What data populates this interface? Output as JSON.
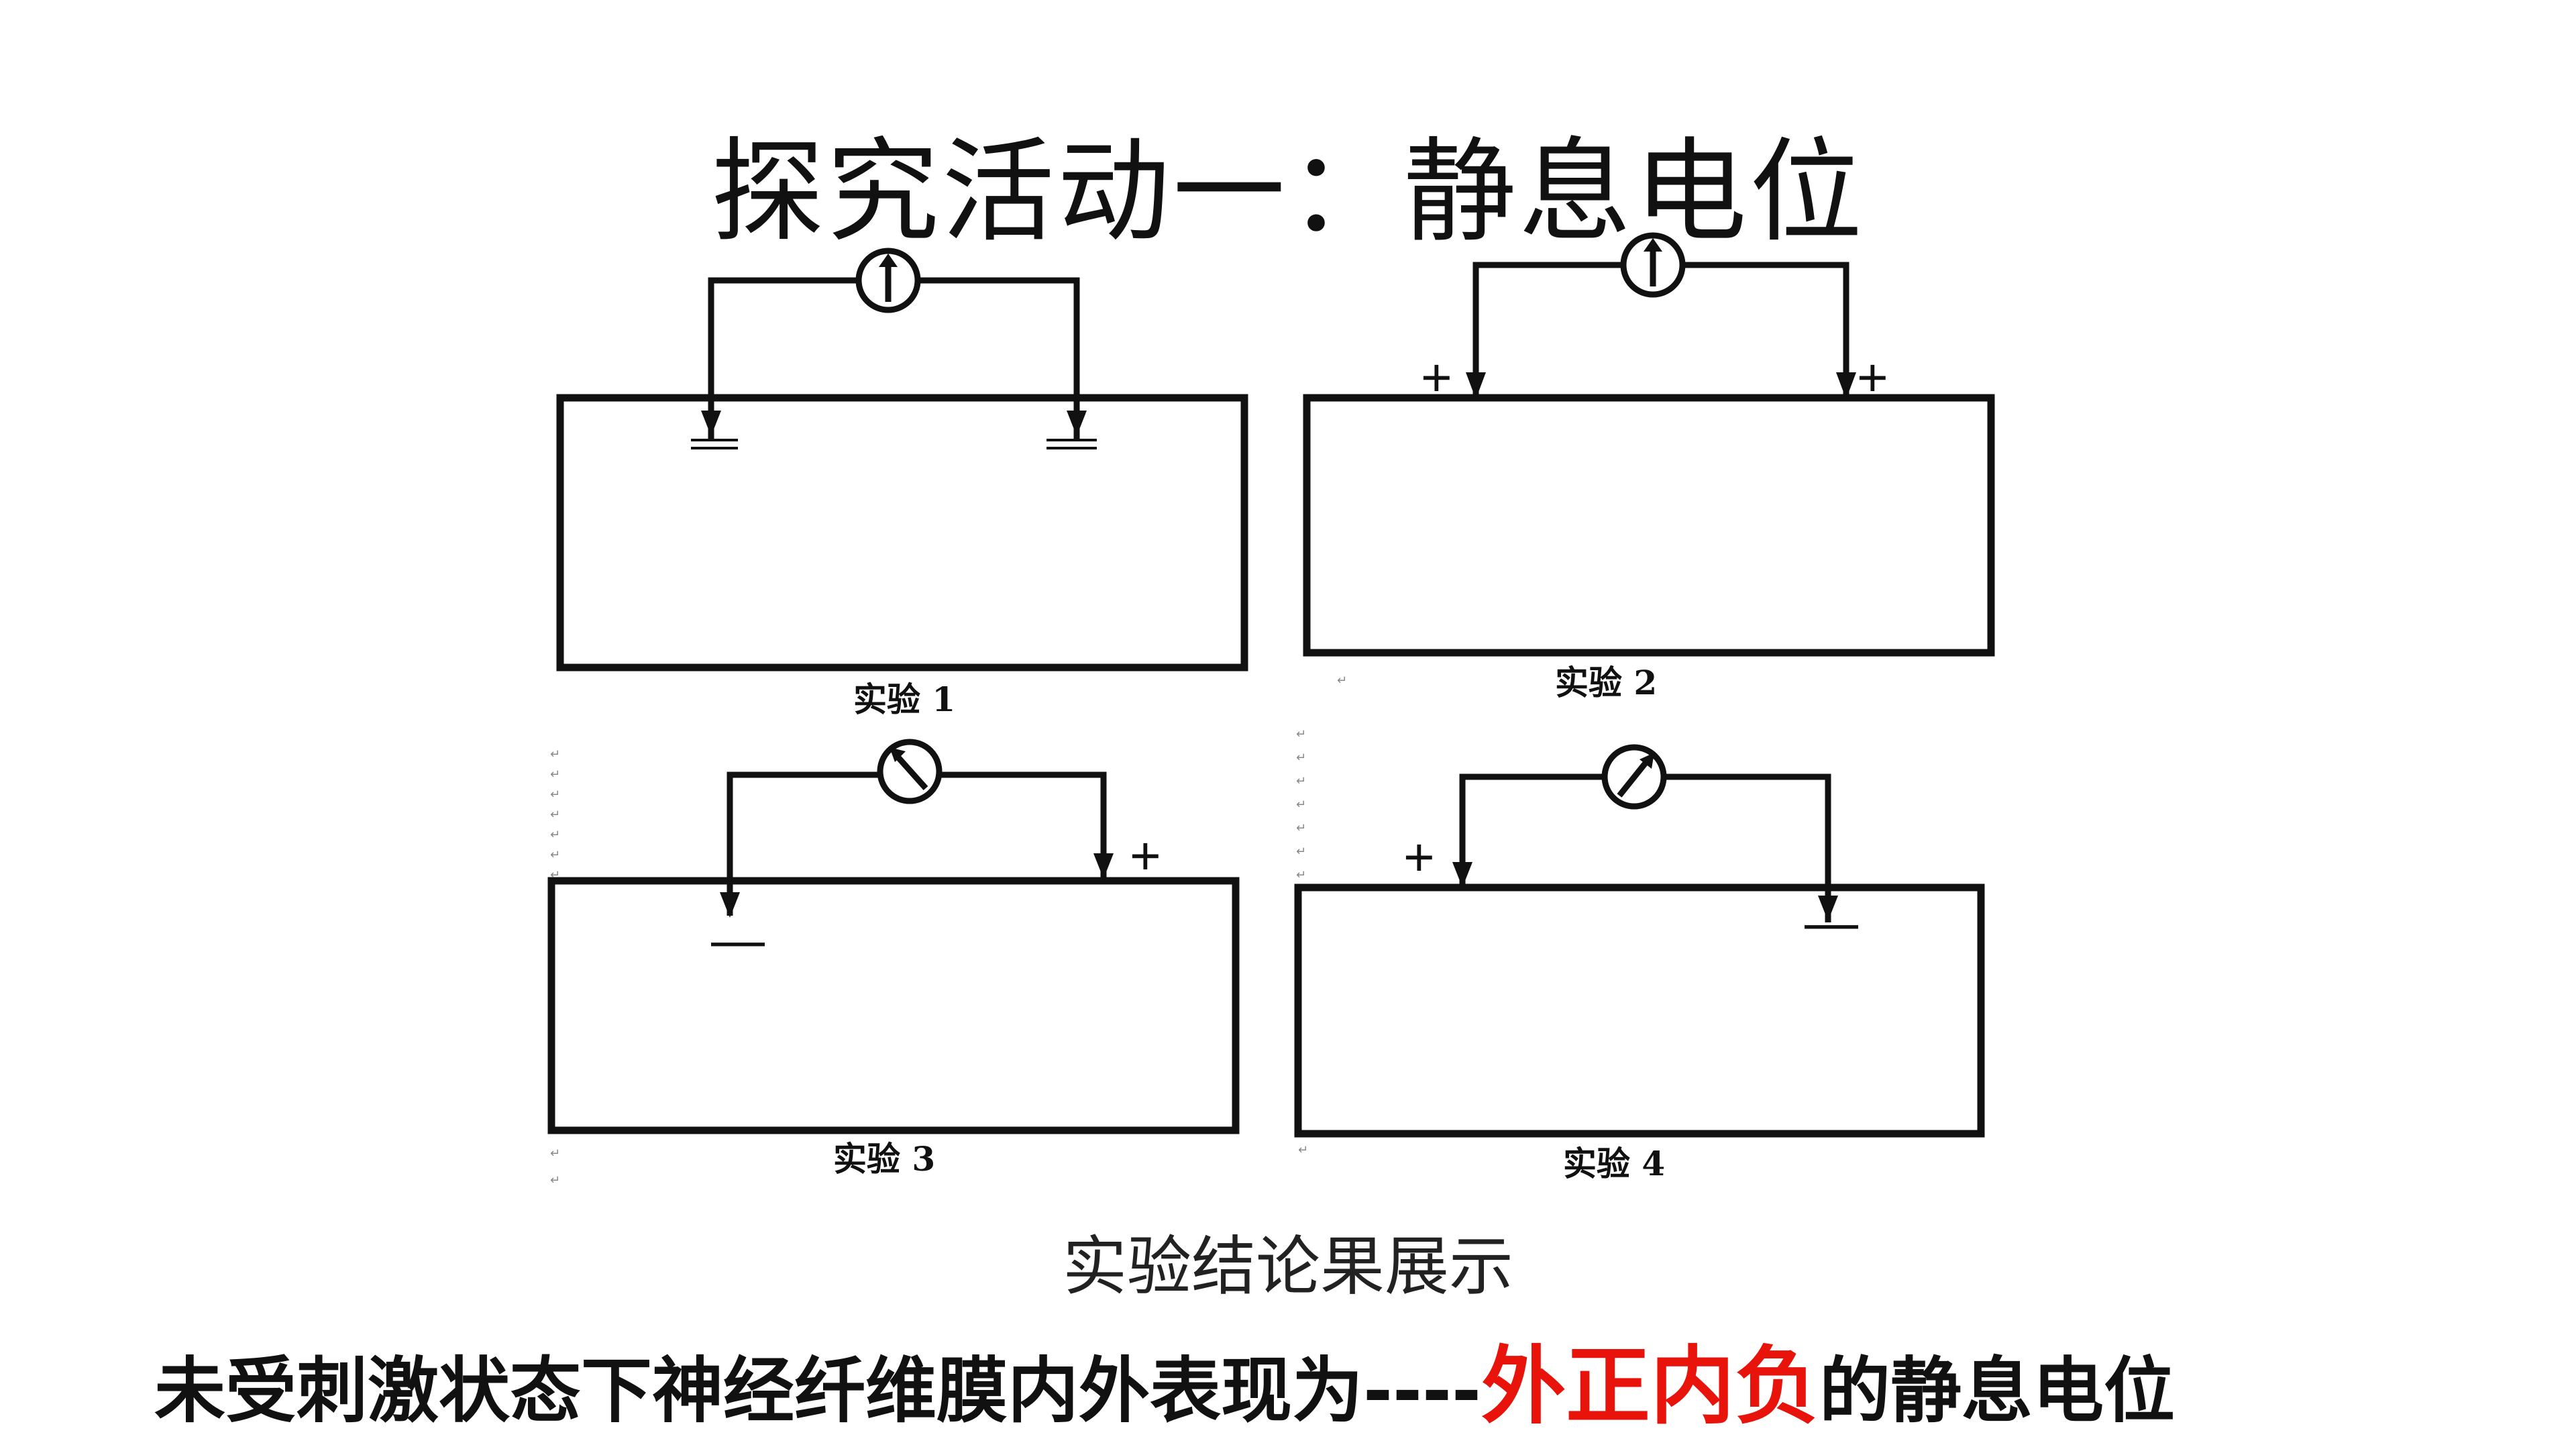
{
  "title": "探究活动一：静息电位",
  "experiments": [
    {
      "label": "实验 1",
      "left_sign": "",
      "right_sign": ""
    },
    {
      "label": "实验 2",
      "left_sign": "+",
      "right_sign": "+"
    },
    {
      "label": "实验 3",
      "left_sign": "—",
      "right_sign": "+"
    },
    {
      "label": "实验 4",
      "left_sign": "+",
      "right_sign": "—"
    }
  ],
  "paragraph_mark": "↵",
  "caption": "实验结论果展示",
  "conclusion": {
    "prefix": "未受刺激状态下神经纤维膜内外表现为----",
    "highlight": "外正内负",
    "suffix": "的静息电位"
  },
  "colors": {
    "text": "#111111",
    "highlight": "#e8130b"
  }
}
